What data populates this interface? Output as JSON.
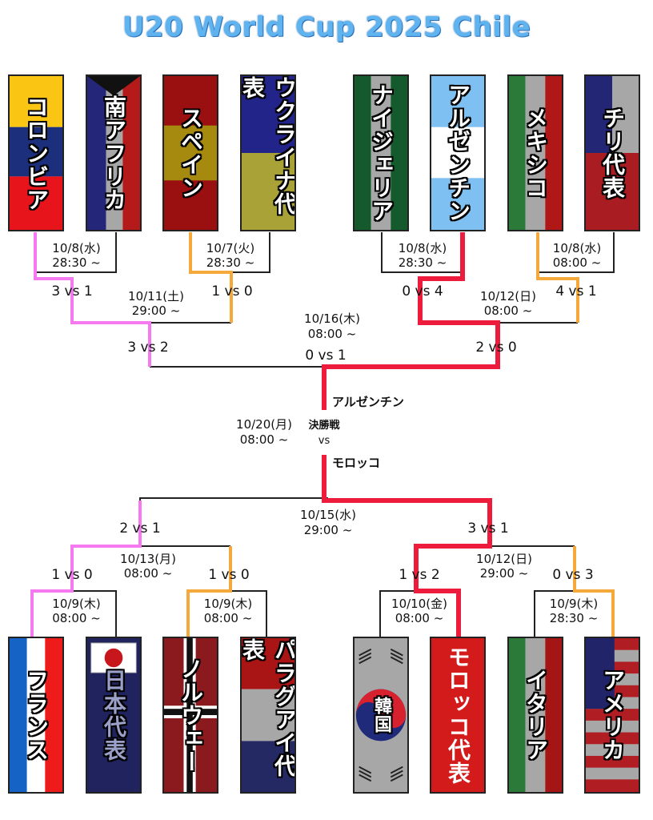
{
  "title": "U20 World Cup 2025 Chile",
  "colors": {
    "winner_pink": "#f57af0",
    "winner_orange": "#f5a93a",
    "champion_red": "#ee1c3c",
    "line": "#222222"
  },
  "teams": [
    {
      "name": "コロンビア",
      "flag": "colombia"
    },
    {
      "name": "南アフリカ",
      "flag": "south-africa"
    },
    {
      "name": "スペイン",
      "flag": "spain"
    },
    {
      "name": "ウクライナ代表",
      "flag": "ukraine"
    },
    {
      "name": "ナイジェリア",
      "flag": "nigeria"
    },
    {
      "name": "アルゼンチン",
      "flag": "argentina"
    },
    {
      "name": "メキシコ",
      "flag": "mexico"
    },
    {
      "name": "チリ代表",
      "flag": "chile"
    },
    {
      "name": "フランス",
      "flag": "france"
    },
    {
      "name": "日本代表",
      "flag": "japan"
    },
    {
      "name": "ノルウェー",
      "flag": "norway"
    },
    {
      "name": "パラグアイ代表",
      "flag": "paraguay"
    },
    {
      "name": "韓国",
      "flag": "korea"
    },
    {
      "name": "モロッコ代表",
      "flag": "morocco"
    },
    {
      "name": "イタリア",
      "flag": "italy"
    },
    {
      "name": "アメリカ",
      "flag": "usa"
    }
  ],
  "labels": {
    "r16_1_date": "10/8(水)",
    "r16_1_time": "28:30 ~",
    "r16_1_score": "3 vs 1",
    "r16_2_date": "10/7(火)",
    "r16_2_time": "28:30 ~",
    "r16_2_score": "1 vs 0",
    "r16_3_date": "10/8(水)",
    "r16_3_time": "28:30 ~",
    "r16_3_score": "0 vs 4",
    "r16_4_date": "10/8(水)",
    "r16_4_time": "08:00 ~",
    "r16_4_score": "4 vs 1",
    "qf_1_date": "10/11(土)",
    "qf_1_time": "29:00 ~",
    "qf_1_score": "3 vs 2",
    "qf_2_date": "10/12(日)",
    "qf_2_time": "08:00 ~",
    "qf_2_score": "2 vs 0",
    "sf_top_date": "10/16(木)",
    "sf_top_time": "08:00 ~",
    "sf_top_score": "0 vs 1",
    "final_team_top": "アルゼンチン",
    "final_label": "決勝戦",
    "final_vs": "vs",
    "final_team_bottom": "モロッコ",
    "final_date": "10/20(月)",
    "final_time": "08:00 ~",
    "sf_bottom_date": "10/15(水)",
    "sf_bottom_time": "29:00 ~",
    "sf_bottom_score_left": "2 vs 1",
    "sf_bottom_score_right": "3 vs 1",
    "qf_3_date": "10/13(月)",
    "qf_3_time": "08:00 ~",
    "qf_4_date": "10/12(日)",
    "qf_4_time": "29:00 ~",
    "r16_5_score": "1 vs 0",
    "r16_5_date": "10/9(木)",
    "r16_5_time": "08:00 ~",
    "r16_6_score": "1 vs 0",
    "r16_6_date": "10/9(木)",
    "r16_6_time": "08:00 ~",
    "r16_7_score": "1 vs 2",
    "r16_7_date": "10/10(金)",
    "r16_7_time": "08:00 ~",
    "r16_8_score": "0 vs 3",
    "r16_8_date": "10/9(木)",
    "r16_8_time": "28:30 ~"
  }
}
